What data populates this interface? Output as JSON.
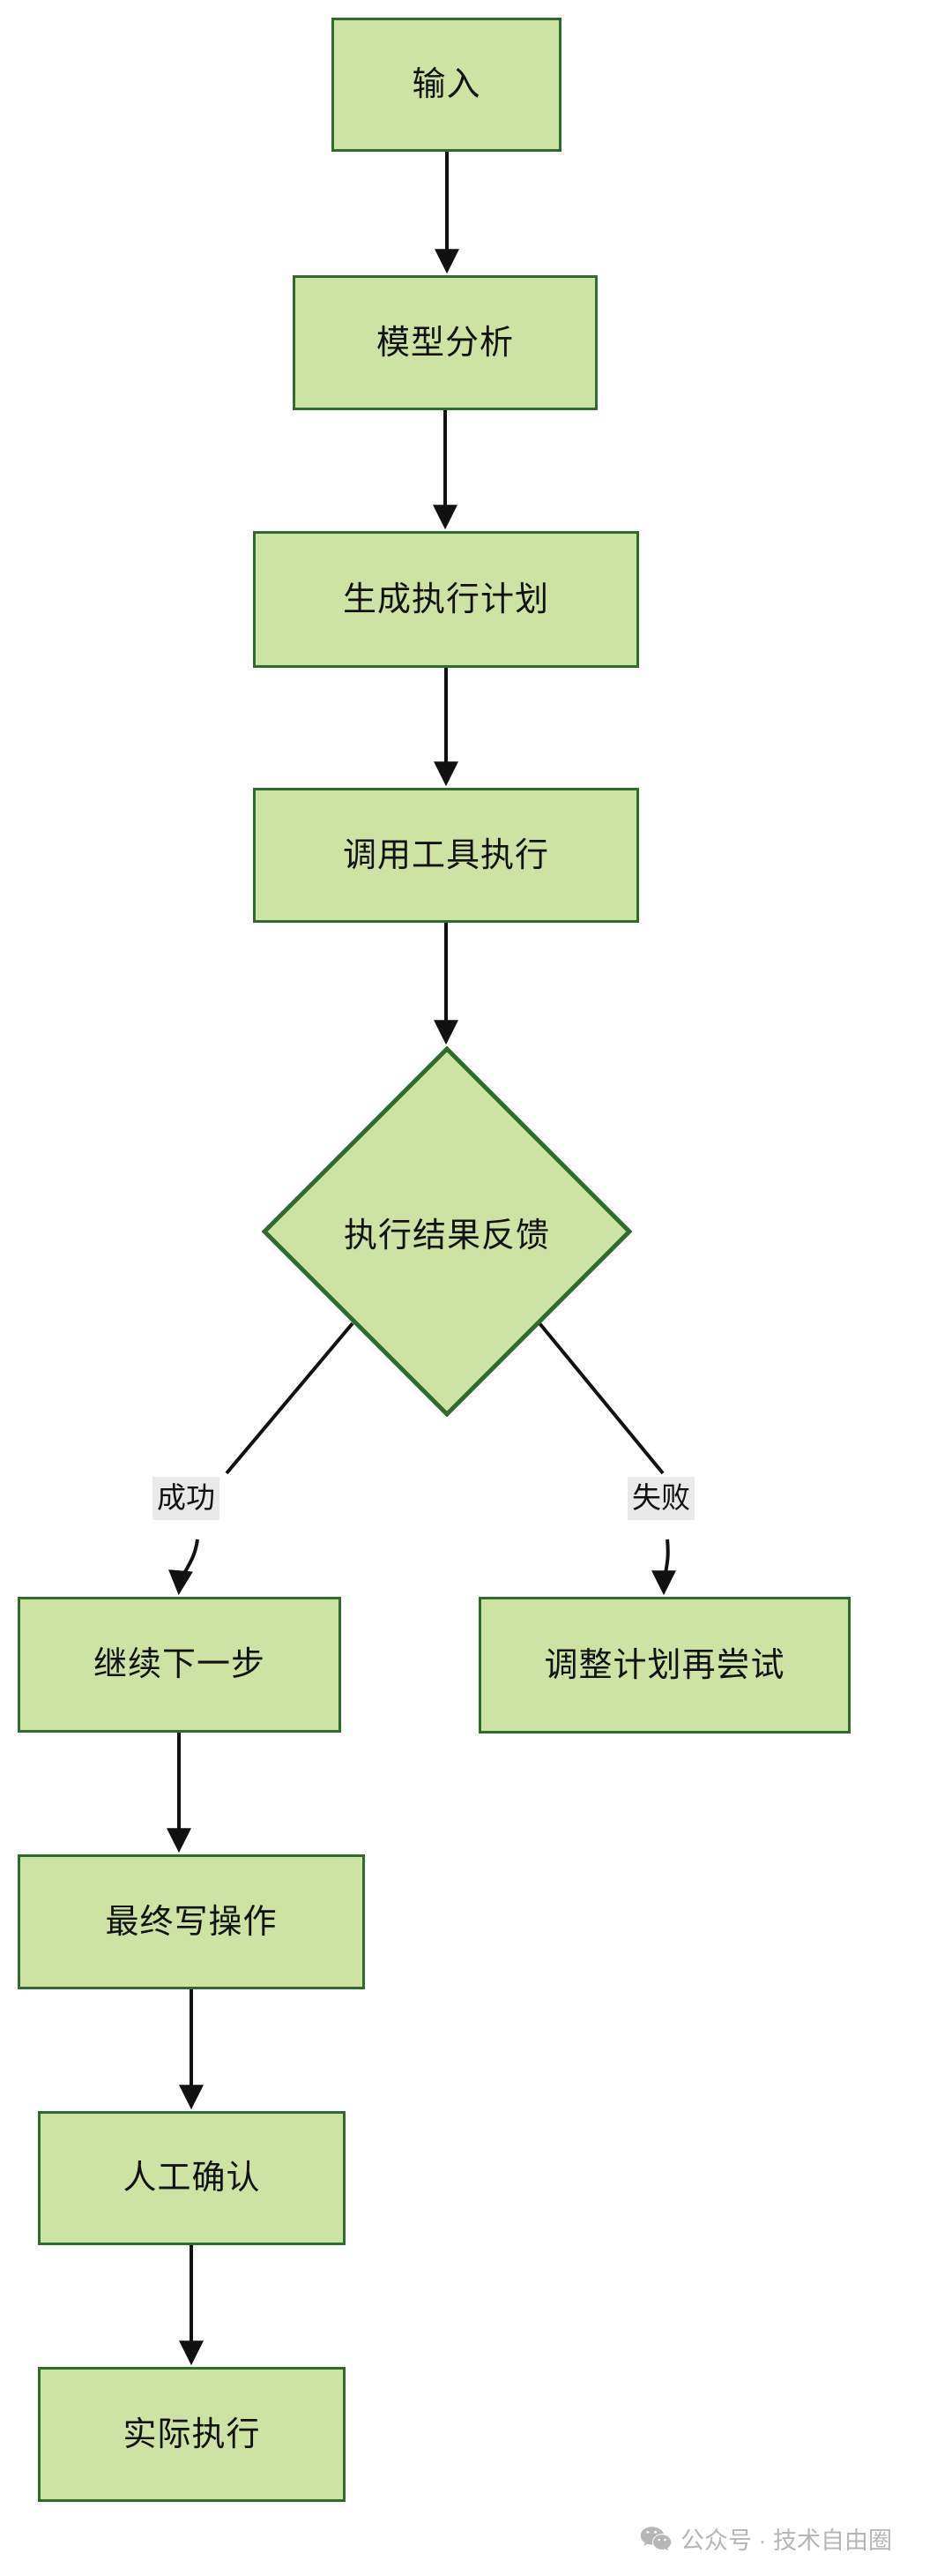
{
  "diagram": {
    "type": "flowchart",
    "direction": "top-to-bottom",
    "title": "",
    "theme": {
      "node_fill": "#cde3a3",
      "node_stroke": "#2f6b2c",
      "edge_color": "#111111",
      "edge_label_bg": "#e9e9e9",
      "text_color": "#121212",
      "background": "#ffffff",
      "watermark_color": "#b6b6b6"
    },
    "nodes": [
      {
        "id": "n1",
        "shape": "rect",
        "label": "输入"
      },
      {
        "id": "n2",
        "shape": "rect",
        "label": "模型分析"
      },
      {
        "id": "n3",
        "shape": "rect",
        "label": "生成执行计划"
      },
      {
        "id": "n4",
        "shape": "rect",
        "label": "调用工具执行"
      },
      {
        "id": "n5",
        "shape": "diamond",
        "label": "执行结果反馈"
      },
      {
        "id": "n6",
        "shape": "rect",
        "label": "继续下一步"
      },
      {
        "id": "n7",
        "shape": "rect",
        "label": "调整计划再尝试"
      },
      {
        "id": "n8",
        "shape": "rect",
        "label": "最终写操作"
      },
      {
        "id": "n9",
        "shape": "rect",
        "label": "人工确认"
      },
      {
        "id": "n10",
        "shape": "rect",
        "label": "实际执行"
      }
    ],
    "edges": [
      {
        "from": "n1",
        "to": "n2",
        "label": ""
      },
      {
        "from": "n2",
        "to": "n3",
        "label": ""
      },
      {
        "from": "n3",
        "to": "n4",
        "label": ""
      },
      {
        "from": "n4",
        "to": "n5",
        "label": ""
      },
      {
        "from": "n5",
        "to": "n6",
        "label": "成功"
      },
      {
        "from": "n5",
        "to": "n7",
        "label": "失败"
      },
      {
        "from": "n6",
        "to": "n8",
        "label": ""
      },
      {
        "from": "n8",
        "to": "n9",
        "label": ""
      },
      {
        "from": "n9",
        "to": "n10",
        "label": ""
      }
    ]
  },
  "watermark": {
    "icon": "wechat-icon",
    "text": "公众号 · 技术自由圈"
  }
}
